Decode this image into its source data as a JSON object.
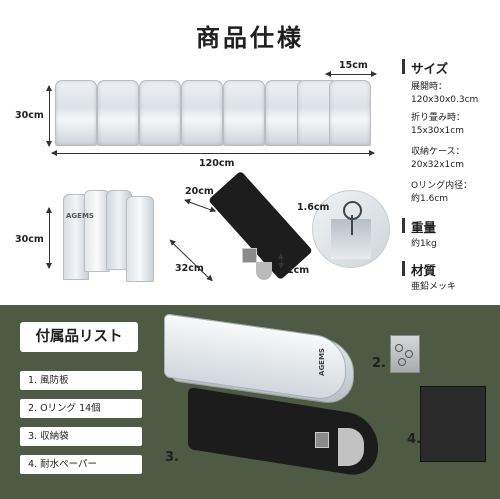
{
  "title": "商品仕様",
  "dims": {
    "panel_width": "15cm",
    "height_main": "30cm",
    "total_length": "120cm",
    "height_side": "30cm",
    "bag_width": "20cm",
    "bag_length": "32cm",
    "bag_depth": "1cm",
    "ring_diameter": "1.6cm"
  },
  "specs": {
    "size_heading": "サイズ",
    "open_label": "展開時：",
    "open_value": "120x30x0.3cm",
    "folded_label": "折り畳み時：",
    "folded_value": "15x30x1cm",
    "case_label": "収納ケース：",
    "case_value": "20x32x1cm",
    "ring_label": "Oリング内径：",
    "ring_value": "約1.6cm",
    "weight_heading": "重量",
    "weight_value": "約1kg",
    "material_heading": "材質",
    "material_value": "亜鉛メッキ"
  },
  "product_brand": "AGEMS",
  "accessories": {
    "title": "付属品リスト",
    "items": [
      "1. 風防板",
      "2. Oリング 14個",
      "3. 収納袋",
      "4. 耐水ペーパー"
    ],
    "numbers": [
      "1.",
      "2.",
      "3.",
      "4."
    ]
  }
}
